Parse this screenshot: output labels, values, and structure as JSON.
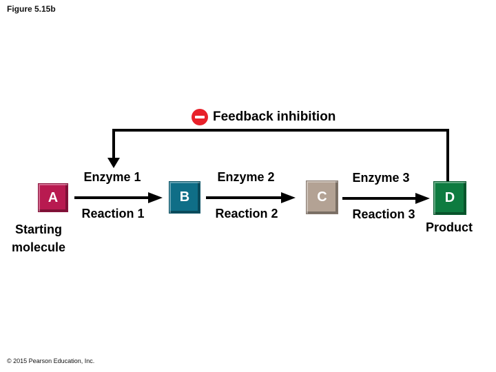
{
  "figure": {
    "label": "Figure 5.15b",
    "copyright": "© 2015 Pearson Education, Inc."
  },
  "feedback": {
    "label": "Feedback inhibition",
    "icon": "minus-icon",
    "circle_color": "#e8212a"
  },
  "pathway": {
    "molecules": [
      {
        "letter": "A",
        "caption": "Starting molecule",
        "color": "#b81a50"
      },
      {
        "letter": "B",
        "caption": "",
        "color": "#0f6e87"
      },
      {
        "letter": "C",
        "caption": "",
        "color": "#b3a294"
      },
      {
        "letter": "D",
        "caption": "Product",
        "color": "#0e7b40"
      }
    ],
    "steps": [
      {
        "enzyme": "Enzyme 1",
        "reaction": "Reaction 1"
      },
      {
        "enzyme": "Enzyme 2",
        "reaction": "Reaction 2"
      },
      {
        "enzyme": "Enzyme 3",
        "reaction": "Reaction 3"
      }
    ],
    "line_color": "#000000"
  }
}
